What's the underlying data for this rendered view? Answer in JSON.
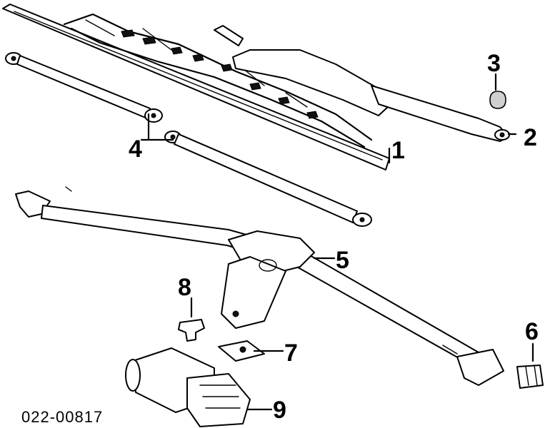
{
  "callouts": {
    "c1": "1",
    "c2": "2",
    "c3": "3",
    "c4": "4",
    "c5": "5",
    "c6": "6",
    "c7": "7",
    "c8": "8",
    "c9": "9"
  },
  "figure_number": "022-00817"
}
